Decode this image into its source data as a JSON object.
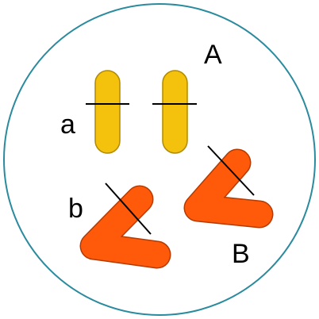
{
  "labels": {
    "upper_right": "A",
    "upper_left": "a",
    "lower_left": "b",
    "lower_right": "B"
  },
  "colors": {
    "cell_outline": "#2a8a9e",
    "cell_fill": "#ffffff",
    "rod_chromosome_fill": "#f4c20d",
    "rod_chromosome_outline": "#b08a00",
    "bent_chromosome_fill": "#ff5a0a",
    "bent_chromosome_outline": "#b53a00",
    "marker_line": "#000000"
  }
}
